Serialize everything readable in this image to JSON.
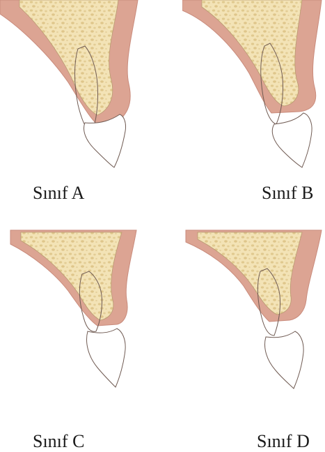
{
  "classes": [
    {
      "id": "a",
      "label": "Sınıf A"
    },
    {
      "id": "b",
      "label": "Sınıf B"
    },
    {
      "id": "c",
      "label": "Sınıf C"
    },
    {
      "id": "d",
      "label": "Sınıf D"
    }
  ],
  "colors": {
    "gum": "#dca493",
    "gum_dark": "#cf8d7f",
    "bone": "#f3e3b6",
    "bone_pore": "#e0c98e",
    "tooth": "#ffffff",
    "outline": "#6f5a52"
  }
}
